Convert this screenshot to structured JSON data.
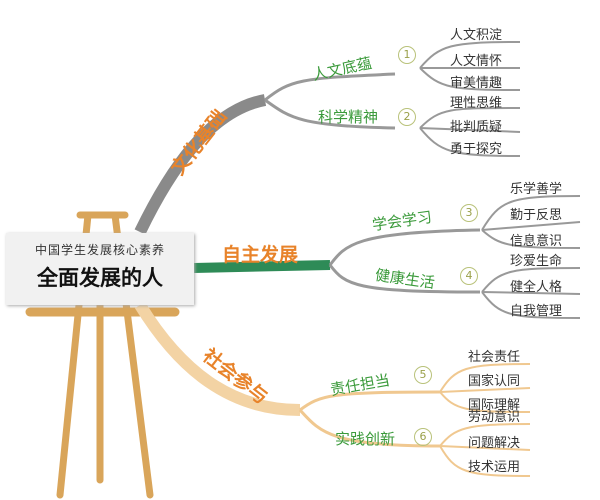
{
  "center": {
    "subtitle": "中国学生发展核心素养",
    "title": "全面发展的人"
  },
  "branches": [
    {
      "label": "文化基础",
      "color": "#8a8a8a",
      "groups": [
        {
          "label": "人文底蕴",
          "num": "1",
          "items": [
            "人文积淀",
            "人文情怀",
            "审美情趣"
          ]
        },
        {
          "label": "科学精神",
          "num": "2",
          "items": [
            "理性思维",
            "批判质疑",
            "勇于探究"
          ]
        }
      ]
    },
    {
      "label": "自主发展",
      "color": "#2e8b57",
      "groups": [
        {
          "label": "学会学习",
          "num": "3",
          "items": [
            "乐学善学",
            "勤于反思",
            "信息意识"
          ]
        },
        {
          "label": "健康生活",
          "num": "4",
          "items": [
            "珍爱生命",
            "健全人格",
            "自我管理"
          ]
        }
      ]
    },
    {
      "label": "社会参与",
      "color": "#f3d3a4",
      "groups": [
        {
          "label": "责任担当",
          "num": "5",
          "items": [
            "社会责任",
            "国家认同",
            "国际理解"
          ]
        },
        {
          "label": "实践创新",
          "num": "6",
          "items": [
            "劳动意识",
            "问题解决",
            "技术运用"
          ]
        }
      ]
    }
  ]
}
